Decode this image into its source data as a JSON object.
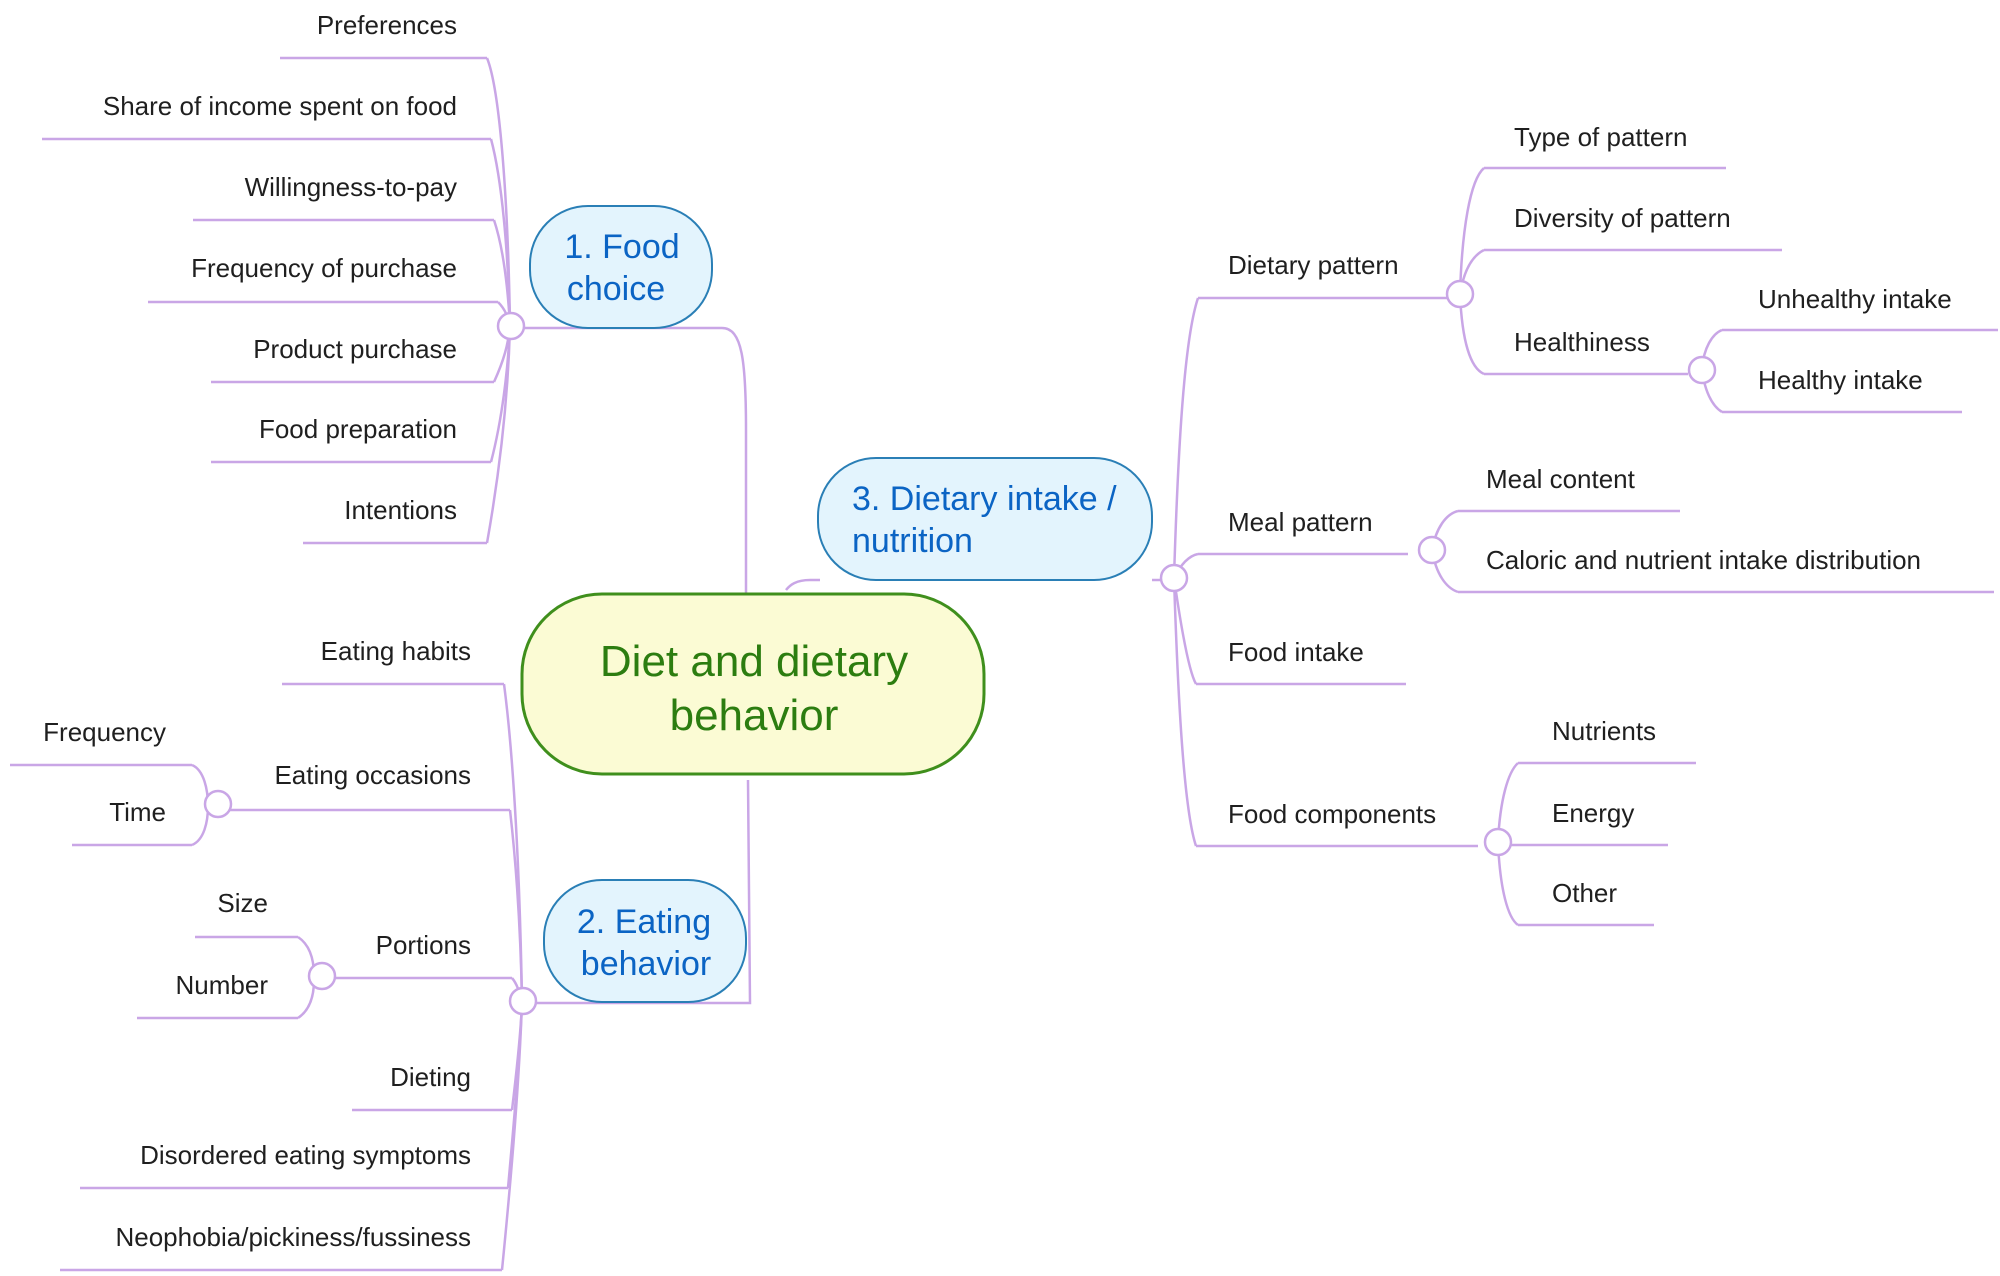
{
  "root": {
    "label_line1": "Diet and dietary",
    "label_line2": "behavior"
  },
  "branches": {
    "food_choice": {
      "label_line1": "1. Food",
      "label_line2": "choice",
      "items": [
        "Preferences",
        "Share of income spent on food",
        "Willingness-to-pay",
        "Frequency of purchase",
        "Product purchase",
        "Food preparation",
        "Intentions"
      ]
    },
    "eating_behavior": {
      "label_line1": "2. Eating",
      "label_line2": "behavior",
      "items": {
        "eating_habits": "Eating habits",
        "eating_occasions": {
          "label": "Eating occasions",
          "children": [
            "Frequency",
            "Time"
          ]
        },
        "portions": {
          "label": "Portions",
          "children": [
            "Size",
            "Number"
          ]
        },
        "dieting": "Dieting",
        "disordered": "Disordered eating symptoms",
        "neophobia": "Neophobia/pickiness/fussiness"
      }
    },
    "dietary_intake": {
      "label_line1": "3. Dietary intake /",
      "label_line2": "nutrition",
      "items": {
        "dietary_pattern": {
          "label": "Dietary pattern",
          "type_of_pattern": "Type of pattern",
          "diversity_of_pattern": "Diversity of pattern",
          "healthiness": {
            "label": "Healthiness",
            "children": [
              "Unhealthy intake",
              "Healthy intake"
            ]
          }
        },
        "meal_pattern": {
          "label": "Meal pattern",
          "children": [
            "Meal content",
            "Caloric and nutrient intake distribution"
          ]
        },
        "food_intake": "Food intake",
        "food_components": {
          "label": "Food components",
          "children": [
            "Nutrients",
            "Energy",
            "Other"
          ]
        }
      }
    }
  },
  "colors": {
    "connector": "#c9a6e6",
    "root_fill": "#fbfbd4",
    "root_stroke": "#3f8f1c",
    "root_text": "#2c7d10",
    "branch_fill": "#e3f4fd",
    "branch_stroke": "#2a7fb6",
    "branch_text": "#0b64c4",
    "leaf_text": "#1f1f1f"
  }
}
